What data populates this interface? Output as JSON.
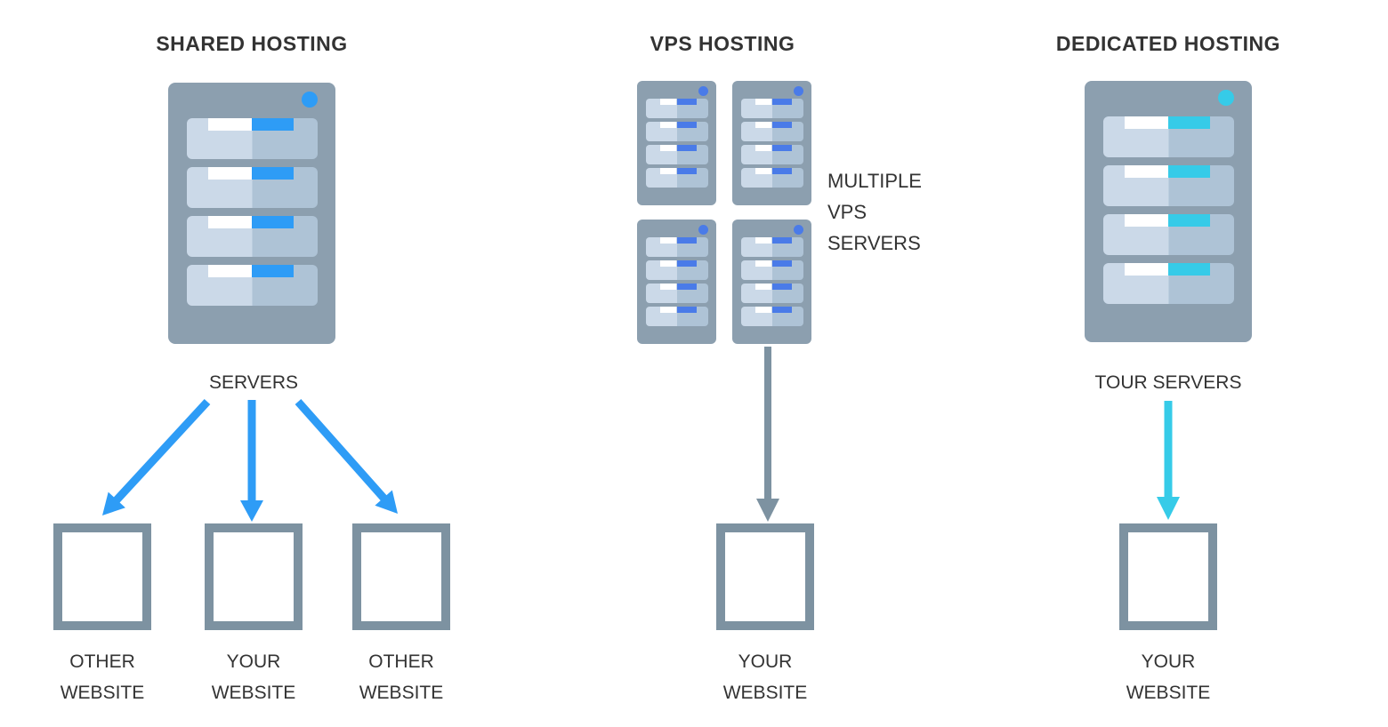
{
  "columns": {
    "shared": {
      "title": "SHARED HOSTING",
      "server_label": "SERVERS",
      "websites": [
        {
          "line1": "OTHER",
          "line2": "WEBSITE"
        },
        {
          "line1": "YOUR",
          "line2": "WEBSITE"
        },
        {
          "line1": "OTHER",
          "line2": "WEBSITE"
        }
      ]
    },
    "vps": {
      "title": "VPS HOSTING",
      "annotation": [
        "MULTIPLE",
        "VPS",
        "SERVERS"
      ],
      "website": {
        "line1": "YOUR",
        "line2": "WEBSITE"
      }
    },
    "dedicated": {
      "title": "DEDICATED HOSTING",
      "server_label": "TOUR SERVERS",
      "website": {
        "line1": "YOUR",
        "line2": "WEBSITE"
      }
    }
  },
  "colors": {
    "server_body": "#8C9FAF",
    "slot_left": "#CBD9E8",
    "slot_right": "#AEC3D6",
    "accent_shared": "#2E9CF6",
    "accent_vps": "#4A7BE8",
    "accent_dedicated": "#36CBE8",
    "arrow_gray": "#7D92A1",
    "box_border": "#7D92A1",
    "text": "#333333"
  }
}
